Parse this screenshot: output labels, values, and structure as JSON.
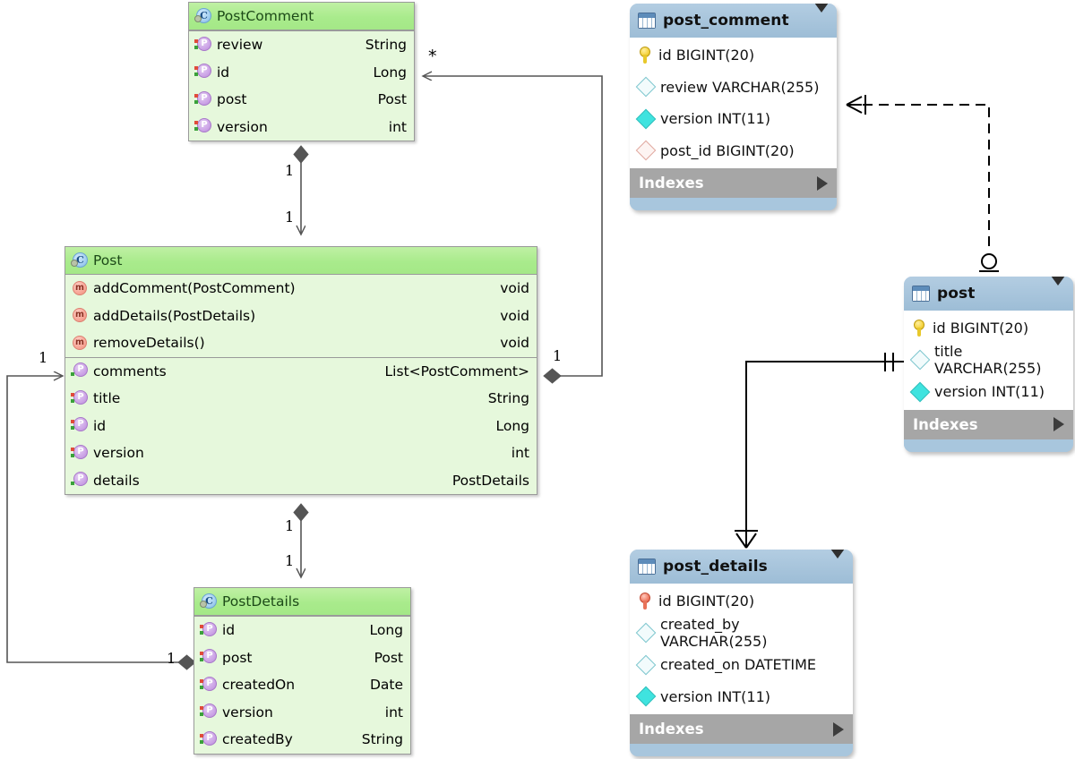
{
  "diagram": {
    "title": "UML class diagram and ER database diagram",
    "background_color": "#ffffff",
    "class_fill_color": "#e6f8dc",
    "class_header_color": "#a9eb8c",
    "table_frame_color": "#a8c6dd",
    "line_color": "#555555"
  },
  "uml_classes": [
    {
      "name": "PostComment",
      "icon": "class-icon",
      "methods": [],
      "properties": [
        {
          "icon": "property-icon",
          "name": "review",
          "type": "String"
        },
        {
          "icon": "property-icon",
          "name": "id",
          "type": "Long"
        },
        {
          "icon": "property-icon",
          "name": "post",
          "type": "Post"
        },
        {
          "icon": "property-icon",
          "name": "version",
          "type": "int"
        }
      ]
    },
    {
      "name": "Post",
      "icon": "class-icon",
      "methods": [
        {
          "icon": "method-icon",
          "name": "addComment(PostComment)",
          "type": "void"
        },
        {
          "icon": "method-icon",
          "name": "addDetails(PostDetails)",
          "type": "void"
        },
        {
          "icon": "method-icon",
          "name": "removeDetails()",
          "type": "void"
        }
      ],
      "properties": [
        {
          "icon": "property-icon",
          "name": "comments",
          "type": "List<PostComment>"
        },
        {
          "icon": "property-icon",
          "name": "title",
          "type": "String"
        },
        {
          "icon": "property-icon",
          "name": "id",
          "type": "Long"
        },
        {
          "icon": "property-icon",
          "name": "version",
          "type": "int"
        },
        {
          "icon": "property-icon",
          "name": "details",
          "type": "PostDetails"
        }
      ]
    },
    {
      "name": "PostDetails",
      "icon": "class-icon",
      "methods": [],
      "properties": [
        {
          "icon": "property-icon",
          "name": "id",
          "type": "Long"
        },
        {
          "icon": "property-icon",
          "name": "post",
          "type": "Post"
        },
        {
          "icon": "property-icon",
          "name": "createdOn",
          "type": "Date"
        },
        {
          "icon": "property-icon",
          "name": "version",
          "type": "int"
        },
        {
          "icon": "property-icon",
          "name": "createdBy",
          "type": "String"
        }
      ]
    }
  ],
  "er_tables": [
    {
      "name": "post_comment",
      "icon": "table-icon",
      "caret": "chevron-down-icon",
      "columns": [
        {
          "icon": "primary-key-icon",
          "text": "id BIGINT(20)"
        },
        {
          "icon": "column-icon",
          "text": "review VARCHAR(255)"
        },
        {
          "icon": "column-notnull-icon",
          "text": "version INT(11)"
        },
        {
          "icon": "foreign-key-icon",
          "text": "post_id BIGINT(20)"
        }
      ],
      "indexes_label": "Indexes"
    },
    {
      "name": "post",
      "icon": "table-icon",
      "caret": "chevron-down-icon",
      "columns": [
        {
          "icon": "primary-key-icon",
          "text": "id BIGINT(20)"
        },
        {
          "icon": "column-icon",
          "text": "title VARCHAR(255)"
        },
        {
          "icon": "column-notnull-icon",
          "text": "version INT(11)"
        }
      ],
      "indexes_label": "Indexes"
    },
    {
      "name": "post_details",
      "icon": "table-icon",
      "caret": "chevron-down-icon",
      "columns": [
        {
          "icon": "primary-foreign-key-icon",
          "text": "id BIGINT(20)"
        },
        {
          "icon": "column-icon",
          "text": "created_by VARCHAR(255)"
        },
        {
          "icon": "column-icon",
          "text": "created_on DATETIME"
        },
        {
          "icon": "column-notnull-icon",
          "text": "version INT(11)"
        },
        {
          "icon": "column-notnull-icon",
          "text": ""
        }
      ],
      "indexes_label": "Indexes"
    }
  ],
  "uml_associations": [
    {
      "from": "PostComment",
      "to": "Post",
      "source_multiplicity": "1",
      "target_multiplicity": "1",
      "kind": "composition"
    },
    {
      "from": "Post",
      "to": "PostDetails",
      "source_multiplicity": "1",
      "target_multiplicity": "1",
      "kind": "composition"
    },
    {
      "from": "Post",
      "to": "PostComment",
      "source_multiplicity": "1",
      "target_multiplicity": "*",
      "kind": "composition"
    },
    {
      "from": "PostDetails",
      "to": "Post",
      "source_multiplicity": "1",
      "target_multiplicity": "1",
      "kind": "composition"
    }
  ],
  "multiplicity_labels": {
    "postcomment_to_post_top": "1",
    "postcomment_to_post_bottom": "1",
    "post_to_postdetails_top": "1",
    "post_to_postdetails_bottom": "1",
    "post_right_diamond": "1",
    "postcomment_star": "*",
    "post_comments_left": "1",
    "postdetails_left_diamond": "1"
  },
  "er_relationships": [
    {
      "from": "post_comment",
      "to": "post",
      "style": "dashed",
      "from_cardinality": "many",
      "to_cardinality": "zero-or-one"
    },
    {
      "from": "post",
      "to": "post_details",
      "style": "solid",
      "from_cardinality": "one",
      "to_cardinality": "many"
    }
  ]
}
